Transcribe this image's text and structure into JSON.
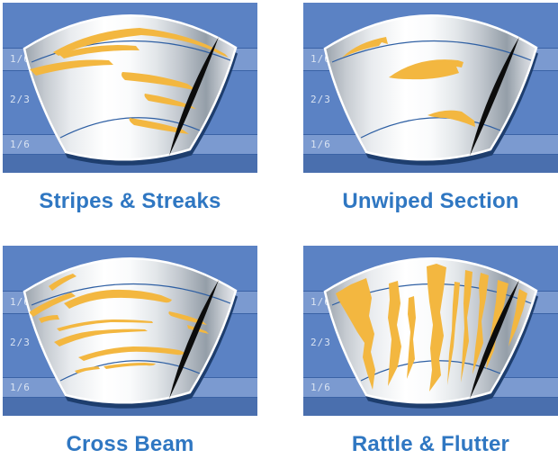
{
  "page": {
    "background": "#ffffff",
    "description_labels": true
  },
  "colors": {
    "panel_bg": "#5b82c4",
    "band_light": "#7b9ad0",
    "band_dark": "#4a6fae",
    "band_line": "#3a62a6",
    "glass_arc": "#2e5fa3",
    "glass_stroke": "#ffffff",
    "shadow": "#1e3e6e",
    "blade": "#0c0c0c",
    "streak": "#f3b740",
    "title_color": "#2f77c2",
    "label_text": "#d9e3f2"
  },
  "scale_labels": [
    {
      "text": "1/6"
    },
    {
      "text": "2/3"
    },
    {
      "text": "1/6"
    }
  ],
  "panels": [
    {
      "id": "stripes-streaks",
      "title": "Stripes & Streaks",
      "pattern_paths": [
        "M56,55 Q98,31 152,28 Q208,34 247,57 L251,61 Q240,57 233,53 Q200,39 154,36 Q104,41 62,59 Z",
        "M62,57 Q105,44 148,48 L152,53 Q106,52 68,62 Z",
        "M30,74 Q75,61 118,64 L123,69 Q78,70 37,81 Z",
        "M133,77 Q170,79 205,90 L217,98 Q180,90 136,86 Q130,81 133,77 Z",
        "M158,101 Q185,105 208,114 L215,118 Q188,114 162,109 Q156,104 158,101 Z",
        "M141,128 Q175,133 200,141 L207,146 Q176,142 146,136 Q139,131 141,128 Z"
      ]
    },
    {
      "id": "unwiped-section",
      "title": "Unwiped Section",
      "pattern_paths": [
        "M43,61 Q60,44 92,38 L94,46 L87,44 L84,48 Q62,52 43,61 Z",
        "M95,83 Q128,59 172,64 L178,66 L176,72 L170,71 L173,78 Q148,86 118,85 Q104,85 95,83 Z",
        "M138,125 Q158,117 176,121 L190,131 L191,138 Q175,131 158,128 Q146,128 138,125 Z"
      ]
    },
    {
      "id": "cross-beam",
      "title": "Cross Beam",
      "pattern_paths": [
        "M51,45 Q63,36 78,31 L82,34 Q68,40 55,50 Z",
        "M29,74 Q50,60 76,52 L81,56 Q55,65 34,79 Z",
        "M40,81 Q50,77 61,77 L63,82 Q51,82 43,86 Z",
        "M68,64 Q95,50 122,49 Q150,48 176,55 L188,60 Q186,64 180,63 Q150,57 124,58 Q96,59 74,70 Z",
        "M185,73 Q205,77 222,84 L227,88 Q205,84 187,78 Q183,75 185,73 Z",
        "M205,88 Q216,91 226,95 L229,98 Q215,95 206,92 Z",
        "M60,92 Q90,83 122,82 Q145,82 166,84 L167,86 Q140,85 120,85 Q90,87 63,95 Z",
        "M57,107 Q82,95 110,94 Q135,92 158,93 L161,95 Q132,96 112,98 Q88,101 63,112 Z",
        "M84,124 Q115,113 145,112 Q175,112 196,116 L203,119 Q200,122 193,121 Q160,117 140,118 Q112,120 90,128 Z",
        "M80,139 Q92,135 106,134 L108,137 Q93,138 83,142 Z",
        "M112,134 Q135,130 158,130 L170,131 Q168,134 160,133 Q138,133 115,137 Z"
      ]
    },
    {
      "id": "rattle-flutter",
      "title": "Rattle & Flutter",
      "pattern_paths": [
        "M36,53 L53,43 L70,36 L76,58 L73,78 L79,98 L75,118 L80,138 L77,160 L71,142 L66,124 L68,108 L60,96 L52,82 L45,70 L39,60 Z",
        "M95,42 L105,39 L108,64 L104,88 L109,112 L105,134 L94,156 L96,128 L98,104 L94,80 L96,60 Z",
        "M117,58 L123,56 L125,80 L122,104 L124,126 L115,148 L117,120 L119,96 L116,76 Z",
        "M137,23 L148,20 L159,24 L156,48 L152,74 L156,100 L151,126 L153,144 L140,162 L143,138 L141,114 L144,88 L140,62 L138,42 Z",
        "M168,40 L174,41 L172,64 L169,88 L167,112 L160,155 L162,120 L165,94 L166,66 Z",
        "M180,27 L188,29 L186,54 L182,80 L184,106 L175,152 L177,118 L179,92 L178,64 L179,44 Z",
        "M197,30 L206,33 L203,58 L198,84 L200,108 L188,143 L191,114 L194,90 L196,62 L195,44 Z",
        "M216,38 L228,42 L223,66 L216,92 L212,116 L203,138 L206,112 L210,88 L214,62 Z",
        "M240,48 L249,53 L244,72 L237,92 L228,112 L232,90 L236,72 L238,58 Z"
      ]
    }
  ]
}
